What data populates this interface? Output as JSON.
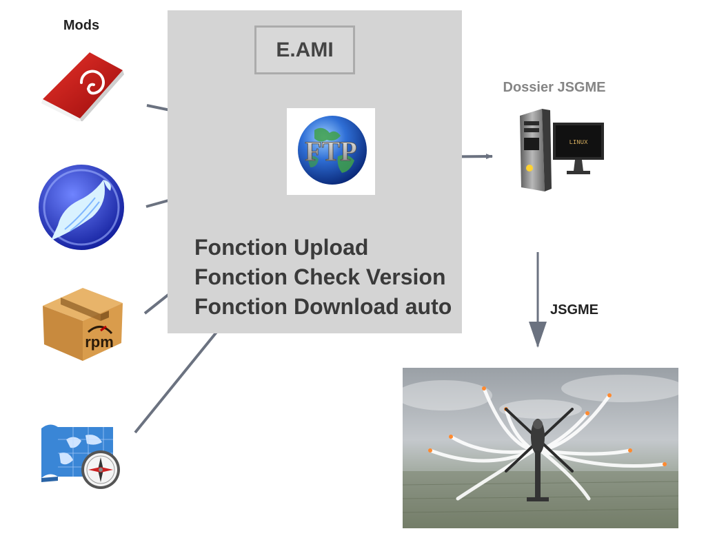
{
  "mods": {
    "title": "Mods",
    "icons": [
      {
        "name": "debian-package-icon"
      },
      {
        "name": "seamonkey-icon"
      },
      {
        "name": "rpm-package-icon"
      },
      {
        "name": "map-compass-icon"
      }
    ]
  },
  "server": {
    "title": "E.AMI",
    "logo_text": "FTP",
    "functions": [
      {
        "label": "Fonction Upload"
      },
      {
        "label": "Fonction Check Version"
      },
      {
        "label": "Fonction Download auto"
      }
    ]
  },
  "destination": {
    "label": "Dossier JSGME",
    "screen_text": "LINUX"
  },
  "transfer": {
    "label": "JSGME"
  },
  "colors": {
    "panel": "#d4d4d4",
    "arrow": "#6b7280",
    "label_grey": "#858585"
  }
}
